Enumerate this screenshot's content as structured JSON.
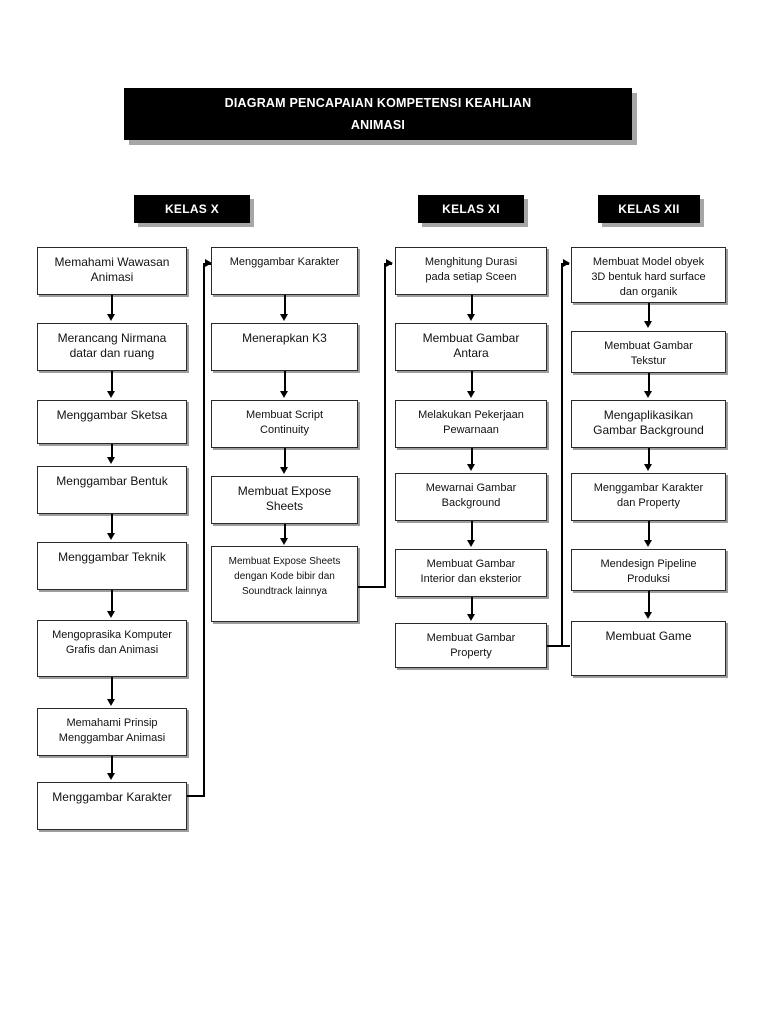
{
  "title": {
    "line1": "DIAGRAM PENCAPAIAN  KOMPETENSI KEAHLIAN",
    "line2": "ANIMASI"
  },
  "colors": {
    "banner_bg": "#000000",
    "banner_text": "#ffffff",
    "shadow": "#a6a6a6",
    "box_border": "#2b2b2b",
    "box_bg": "#ffffff",
    "connector": "#000000"
  },
  "headers": {
    "kelas_x": "KELAS X",
    "kelas_xi": "KELAS XI",
    "kelas_xii": "KELAS XII"
  },
  "columns": [
    {
      "id": "kelas-x-col-1",
      "header": "KELAS X",
      "nodes": [
        "Memahami Wawasan\nAnimasi",
        "Merancang Nirmana\ndatar dan ruang",
        "Menggambar Sketsa",
        "Menggambar Bentuk",
        "Menggambar Teknik",
        "Mengoprasika Komputer\nGrafis dan Animasi",
        "Memahami Prinsip\nMenggambar Animasi",
        "Menggambar Karakter"
      ]
    },
    {
      "id": "kelas-x-col-2",
      "header": "KELAS X",
      "nodes": [
        "Menggambar Karakter",
        "Menerapkan K3",
        "Membuat Script\nContinuity",
        "Membuat Expose\nSheets",
        "Membuat Expose Sheets\ndengan Kode bibir dan\nSoundtrack lainnya"
      ]
    },
    {
      "id": "kelas-xi-col",
      "header": "KELAS XI",
      "nodes": [
        "Menghitung Durasi\npada setiap Sceen",
        "Membuat Gambar\nAntara",
        "Melakukan Pekerjaan\nPewarnaan",
        "Mewarnai Gambar\nBackground",
        "Membuat Gambar\nInterior dan eksterior",
        "Membuat Gambar\nProperty"
      ]
    },
    {
      "id": "kelas-xii-col",
      "header": "KELAS XII",
      "nodes": [
        "Membuat Model obyek\n3D bentuk hard surface\ndan organik",
        "Membuat Gambar\nTekstur",
        "Mengaplikasikan\nGambar Background",
        "Menggambar Karakter\ndan Property",
        "Mendesign Pipeline\nProduksi",
        "Membuat Game"
      ]
    }
  ],
  "cross_links": [
    {
      "from": "kelas-x-col-1 / Menggambar Karakter",
      "to": "kelas-x-col-2 / Menggambar Karakter"
    },
    {
      "from": "kelas-x-col-2 / Membuat Expose Sheets dengan Kode bibir dan Soundtrack lainnya",
      "to": "kelas-xi-col / Menghitung Durasi pada setiap Sceen"
    },
    {
      "from": "kelas-xi-col / Membuat Gambar Property",
      "to": "kelas-xii-col / Membuat Model obyek 3D bentuk hard surface dan organik"
    }
  ]
}
